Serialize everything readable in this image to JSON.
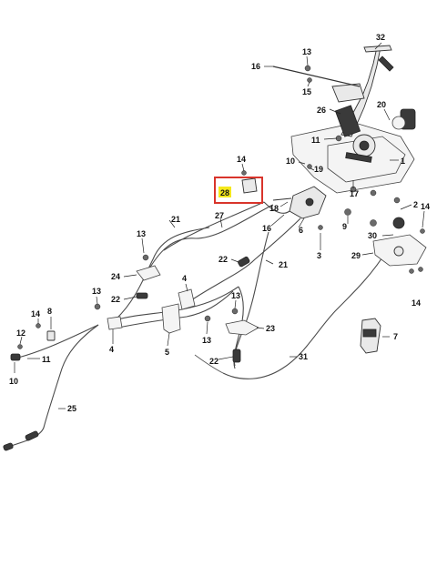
{
  "callouts": [
    {
      "id": "c32",
      "label": "32"
    },
    {
      "id": "c13a",
      "label": "13"
    },
    {
      "id": "c16a",
      "label": "16"
    },
    {
      "id": "c15",
      "label": "15"
    },
    {
      "id": "c26",
      "label": "26"
    },
    {
      "id": "c20",
      "label": "20"
    },
    {
      "id": "c11a",
      "label": "11"
    },
    {
      "id": "c14a",
      "label": "14"
    },
    {
      "id": "c28",
      "label": "28"
    },
    {
      "id": "c10a",
      "label": "10"
    },
    {
      "id": "c19",
      "label": "19"
    },
    {
      "id": "c1",
      "label": "1"
    },
    {
      "id": "c17",
      "label": "17"
    },
    {
      "id": "c18",
      "label": "18"
    },
    {
      "id": "c21a",
      "label": "21"
    },
    {
      "id": "c27",
      "label": "27"
    },
    {
      "id": "c16b",
      "label": "16"
    },
    {
      "id": "c6",
      "label": "6"
    },
    {
      "id": "c9",
      "label": "9"
    },
    {
      "id": "c2",
      "label": "2"
    },
    {
      "id": "c14b",
      "label": "14"
    },
    {
      "id": "c30",
      "label": "30"
    },
    {
      "id": "c29",
      "label": "29"
    },
    {
      "id": "c3",
      "label": "3"
    },
    {
      "id": "c13b",
      "label": "13"
    },
    {
      "id": "c24",
      "label": "24"
    },
    {
      "id": "c22a",
      "label": "22"
    },
    {
      "id": "c21b",
      "label": "21"
    },
    {
      "id": "c4a",
      "label": "4"
    },
    {
      "id": "c13c",
      "label": "13"
    },
    {
      "id": "c22b",
      "label": "22"
    },
    {
      "id": "c14c",
      "label": "14"
    },
    {
      "id": "c13d",
      "label": "13"
    },
    {
      "id": "c8",
      "label": "8"
    },
    {
      "id": "c14d",
      "label": "14"
    },
    {
      "id": "c12",
      "label": "12"
    },
    {
      "id": "c11b",
      "label": "11"
    },
    {
      "id": "c4b",
      "label": "4"
    },
    {
      "id": "c5",
      "label": "5"
    },
    {
      "id": "c13e",
      "label": "13"
    },
    {
      "id": "c23",
      "label": "23"
    },
    {
      "id": "c7",
      "label": "7"
    },
    {
      "id": "c31",
      "label": "31"
    },
    {
      "id": "c22c",
      "label": "22"
    },
    {
      "id": "c10b",
      "label": "10"
    },
    {
      "id": "c25",
      "label": "25"
    }
  ],
  "highlight": {
    "target": "28",
    "highlight_color": "#f5e81c",
    "box_color": "#d9342b"
  },
  "colors": {
    "line": "#333333",
    "background": "#ffffff"
  }
}
